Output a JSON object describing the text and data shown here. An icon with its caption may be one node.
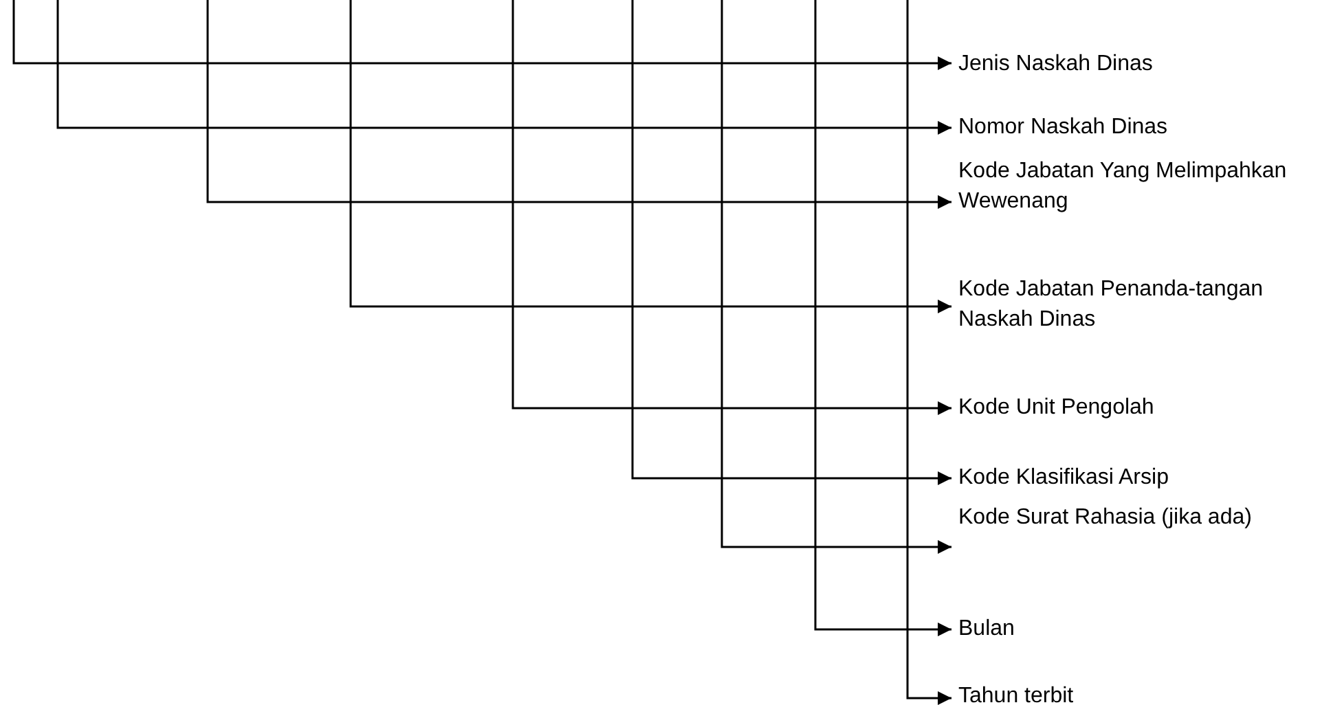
{
  "diagram": {
    "nodes": [
      {
        "text": [
          "Jenis Naskah Dinas"
        ]
      },
      {
        "text": [
          "Nomor Naskah Dinas"
        ]
      },
      {
        "text": [
          "Kode Jabatan Yang Melimpahkan Wewenang"
        ]
      },
      {
        "text": [
          "Kode Jabatan Penanda-tangan Naskah Dinas"
        ]
      },
      {
        "text": [
          "Kode Unit Pengolah"
        ]
      },
      {
        "text": [
          "Kode Klasifikasi Arsip"
        ]
      },
      {
        "text": [
          "Kode Surat Rahasia (jika ada)"
        ]
      },
      {
        "text": [
          "Bulan"
        ]
      },
      {
        "text": [
          "Tahun terbit"
        ]
      }
    ],
    "edges": [
      {
        "from": null,
        "to": 0,
        "arrow": "to"
      },
      {
        "from": null,
        "to": 1,
        "arrow": "to"
      },
      {
        "from": null,
        "to": 2,
        "arrow": "to"
      },
      {
        "from": null,
        "to": 3,
        "arrow": "to"
      },
      {
        "from": null,
        "to": 4,
        "arrow": "to"
      },
      {
        "from": null,
        "to": 5,
        "arrow": "to"
      },
      {
        "from": null,
        "to": 6,
        "arrow": "to"
      },
      {
        "from": null,
        "to": 7,
        "arrow": "to"
      },
      {
        "from": null,
        "to": 8,
        "arrow": "to"
      }
    ]
  }
}
